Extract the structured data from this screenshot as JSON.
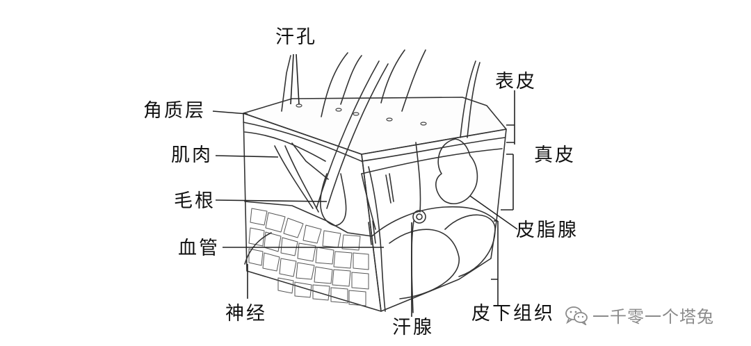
{
  "labels": {
    "sweat_pore": "汗孔",
    "epidermis": "表皮",
    "stratum_corneum": "角质层",
    "dermis": "真皮",
    "muscle": "肌肉",
    "hair_root": "毛根",
    "sebaceous_gland": "皮脂腺",
    "blood_vessel": "血管",
    "nerve": "神经",
    "sweat_gland": "汗腺",
    "subcutaneous_tissue": "皮下组织"
  },
  "watermark": {
    "text": "一千零一个塔兔",
    "icon": "wechat-icon"
  },
  "colors": {
    "line": "#333333",
    "fat_line": "#555555",
    "watermark": "#8a8a8a"
  }
}
